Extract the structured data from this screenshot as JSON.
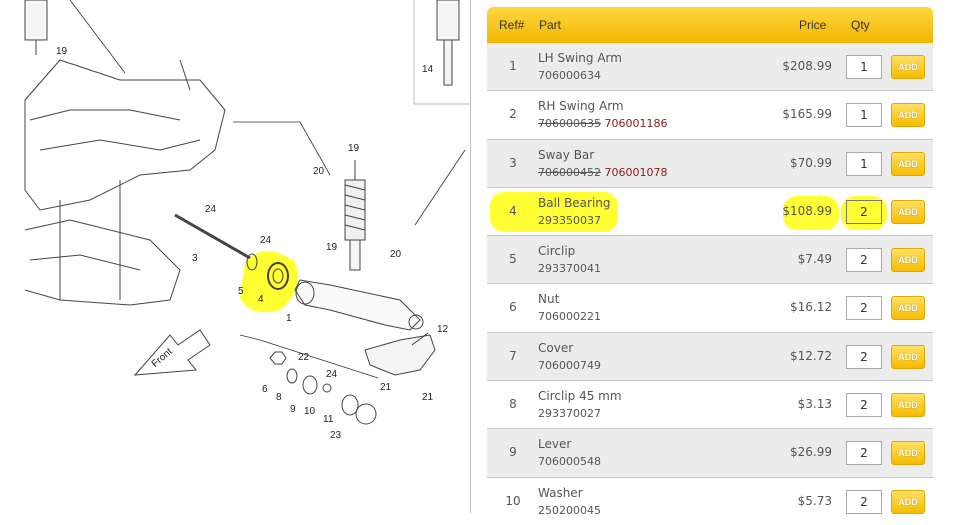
{
  "diagram": {
    "labels": [
      "19",
      "14",
      "20",
      "19",
      "24",
      "3",
      "24",
      "5",
      "4",
      "1",
      "19",
      "20",
      "12",
      "22",
      "24",
      "6",
      "8",
      "9",
      "10",
      "11",
      "23",
      "21",
      "21"
    ],
    "arrow_text": "Front"
  },
  "parts_table": {
    "headers": {
      "ref": "Ref#",
      "part": "Part",
      "price": "Price",
      "qty": "Qty"
    },
    "add_label": "ADD",
    "highlight_color": "#ffff33",
    "rows": [
      {
        "ref": "1",
        "name": "LH Swing Arm",
        "old_pn": "",
        "pn": "706000634",
        "price": "$208.99",
        "qty": "1"
      },
      {
        "ref": "2",
        "name": "RH Swing Arm",
        "old_pn": "706000635",
        "pn": "706001186",
        "price": "$165.99",
        "qty": "1"
      },
      {
        "ref": "3",
        "name": "Sway Bar",
        "old_pn": "706000452",
        "pn": "706001078",
        "price": "$70.99",
        "qty": "1"
      },
      {
        "ref": "4",
        "name": "Ball Bearing",
        "old_pn": "",
        "pn": "293350037",
        "price": "$108.99",
        "qty": "2"
      },
      {
        "ref": "5",
        "name": "Circlip",
        "old_pn": "",
        "pn": "293370041",
        "price": "$7.49",
        "qty": "2"
      },
      {
        "ref": "6",
        "name": "Nut",
        "old_pn": "",
        "pn": "706000221",
        "price": "$16.12",
        "qty": "2"
      },
      {
        "ref": "7",
        "name": "Cover",
        "old_pn": "",
        "pn": "706000749",
        "price": "$12.72",
        "qty": "2"
      },
      {
        "ref": "8",
        "name": "Circlip 45 mm",
        "old_pn": "",
        "pn": "293370027",
        "price": "$3.13",
        "qty": "2"
      },
      {
        "ref": "9",
        "name": "Lever",
        "old_pn": "",
        "pn": "706000548",
        "price": "$26.99",
        "qty": "2"
      },
      {
        "ref": "10",
        "name": "Washer",
        "old_pn": "",
        "pn": "250200045",
        "price": "$5.73",
        "qty": "2"
      }
    ]
  }
}
